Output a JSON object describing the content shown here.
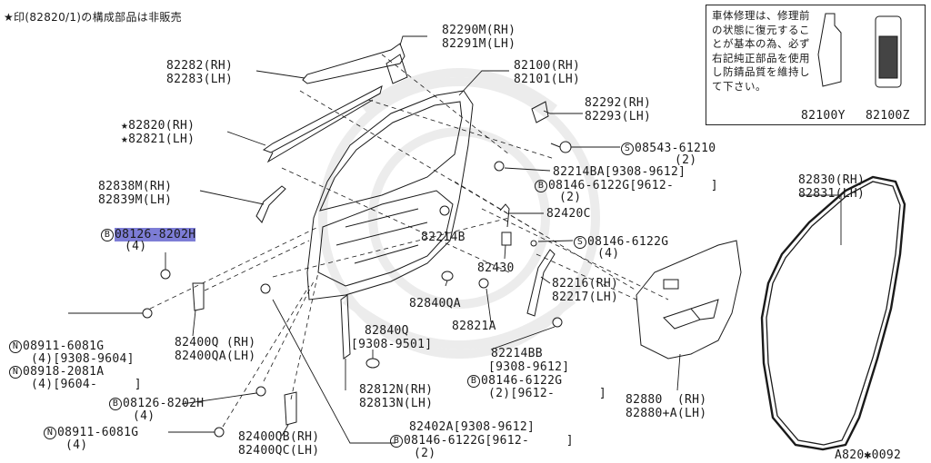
{
  "header_note": "★印(82820/1)の構成部品は非販売",
  "note_box": {
    "text": "車体修理は、修理前の状態に復元することが基本の為、必ず右記純正部品を使用し防錆品質を維持して下さい。",
    "product_labels": [
      "82100Y",
      "82100Z"
    ]
  },
  "footer_code": "A820✱0092",
  "parts": {
    "p82290m": "82290M(RH)",
    "p82291m": "82291M(LH)",
    "p82282": "82282(RH)",
    "p82283": "82283(LH)",
    "p82100": "82100(RH)",
    "p82101": "82101(LH)",
    "p82292": "82292(RH)",
    "p82293": "82293(LH)",
    "p82820": "★82820(RH)",
    "p82821": "★82821(LH)",
    "p08543_code": "08543-61210",
    "p08543_qty": "(2)",
    "p82214ba": "82214BA[9308-9612]",
    "p08146a_code": "08146-6122G[9612-     ]",
    "p08146a_qty": "(2)",
    "p82838m": "82838M(RH)",
    "p82839m": "82839M(LH)",
    "p82830": "82830(RH)",
    "p82831": "82831(LH)",
    "p08126a_code": "08126-8202H",
    "p08126a_qty": "(4)",
    "p82420c": "82420C",
    "p82214b": "82214B",
    "p08146b_code": "08146-6122G",
    "p08146b_qty": "(4)",
    "p82430": "82430",
    "p82216": "82216(RH)",
    "p82217": "82217(LH)",
    "p82840qa": "82840QA",
    "p82821a": "82821A",
    "p08911a_code": "08911-6081G",
    "p08911a_qty": "(4)[9308-9604]",
    "p82400q": "82400Q (RH)",
    "p82400qa": "82400QA(LH)",
    "p82840q": "82840Q",
    "p82840q_range": "[9308-9501]",
    "p08918_code": "08918-2081A",
    "p08918_qty": "(4)[9604-     ]",
    "p82214bb": "82214BB",
    "p82214bb_range": "[9308-9612]",
    "p08146c_code": "08146-6122G",
    "p08146c_qty": "(2)[9612-      ]",
    "p82812n": "82812N(RH)",
    "p82813n": "82813N(LH)",
    "p82880": "82880  (RH)",
    "p82880a": "82880+A(LH)",
    "p08126b_code": "08126-8202H",
    "p08126b_qty": "(4)",
    "p82402a": "82402A[9308-9612]",
    "p08146d_code": "08146-6122G[9612-     ]",
    "p08146d_qty": "(2)",
    "p08911b_code": "08911-6081G",
    "p08911b_qty": "(4)",
    "p82400qb": "82400QB(RH)",
    "p82400qc": "82400QC(LH)"
  },
  "prefix_marks": {
    "B": "B",
    "S": "S",
    "N": "N"
  },
  "colors": {
    "line": "#1a1a1a",
    "highlight": "#7d7dd6",
    "watermark": "#ececec"
  }
}
